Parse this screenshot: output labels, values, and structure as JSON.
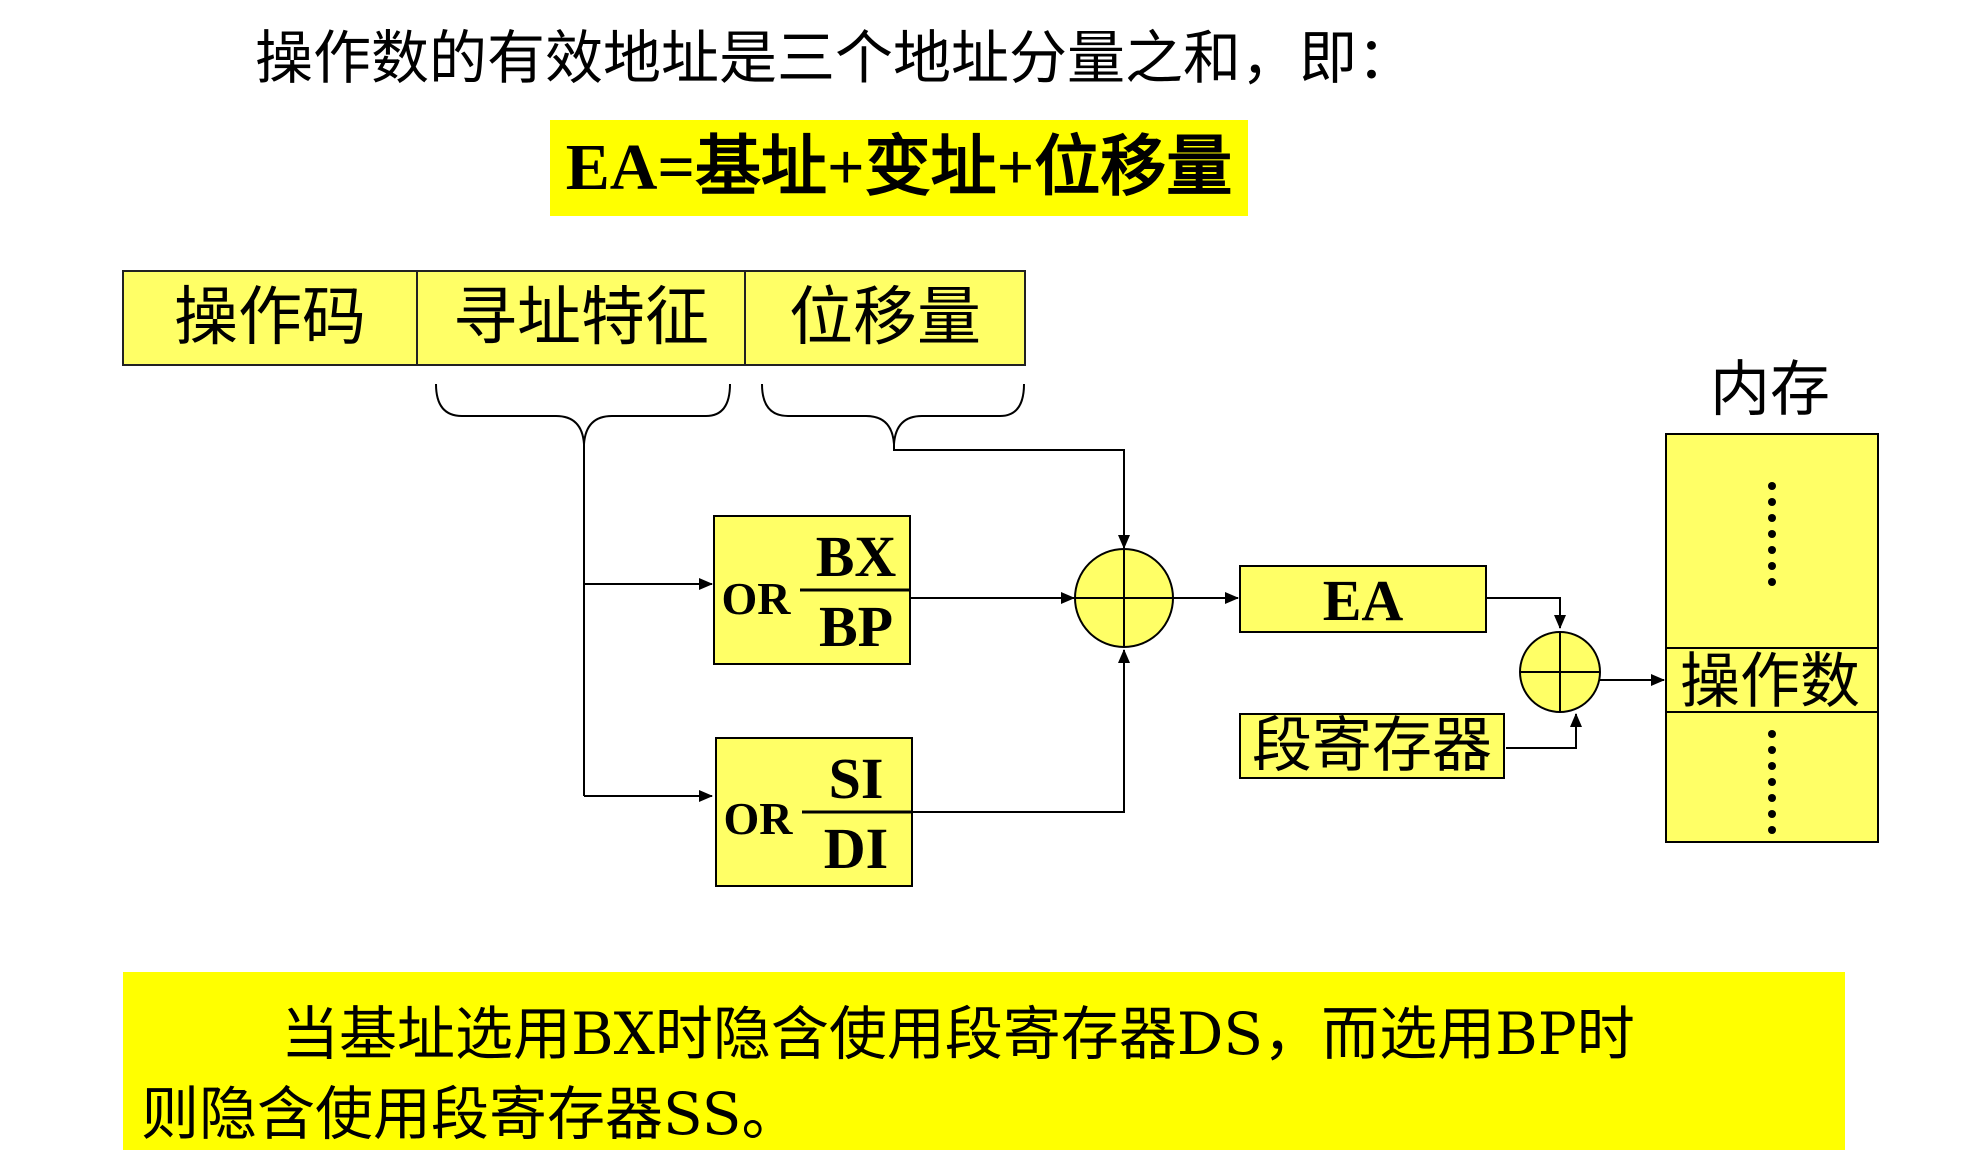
{
  "title": "操作数的有效地址是三个地址分量之和，即：",
  "formula": "EA=基址+变址+位移量",
  "instruction_fields": [
    "操作码",
    "寻址特征",
    "位移量"
  ],
  "base_box": {
    "or": "OR",
    "top": "BX",
    "bottom": "BP"
  },
  "index_box": {
    "or": "OR",
    "top": "SI",
    "bottom": "DI"
  },
  "ea_label": "EA",
  "segment_register_label": "段寄存器",
  "memory": {
    "title": "内存",
    "cell": "操作数"
  },
  "note": {
    "line1": "当基址选用BX时隐含使用段寄存器DS，而选用BP时",
    "line2": "则隐含使用段寄存器SS。"
  },
  "colors": {
    "box_fill": "#ffff66",
    "highlight": "#ffff00"
  }
}
